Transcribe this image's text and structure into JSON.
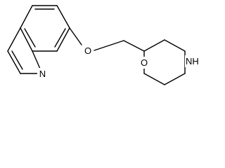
{
  "molecule": {
    "atoms": {
      "quinoline_nitrogen": "N",
      "ether_oxygen": "O",
      "ring_oxygen": "O",
      "ring_nitrogen": "NH"
    },
    "colors": {
      "bond": "#000000",
      "text": "#000000",
      "background": "#ffffff"
    }
  }
}
